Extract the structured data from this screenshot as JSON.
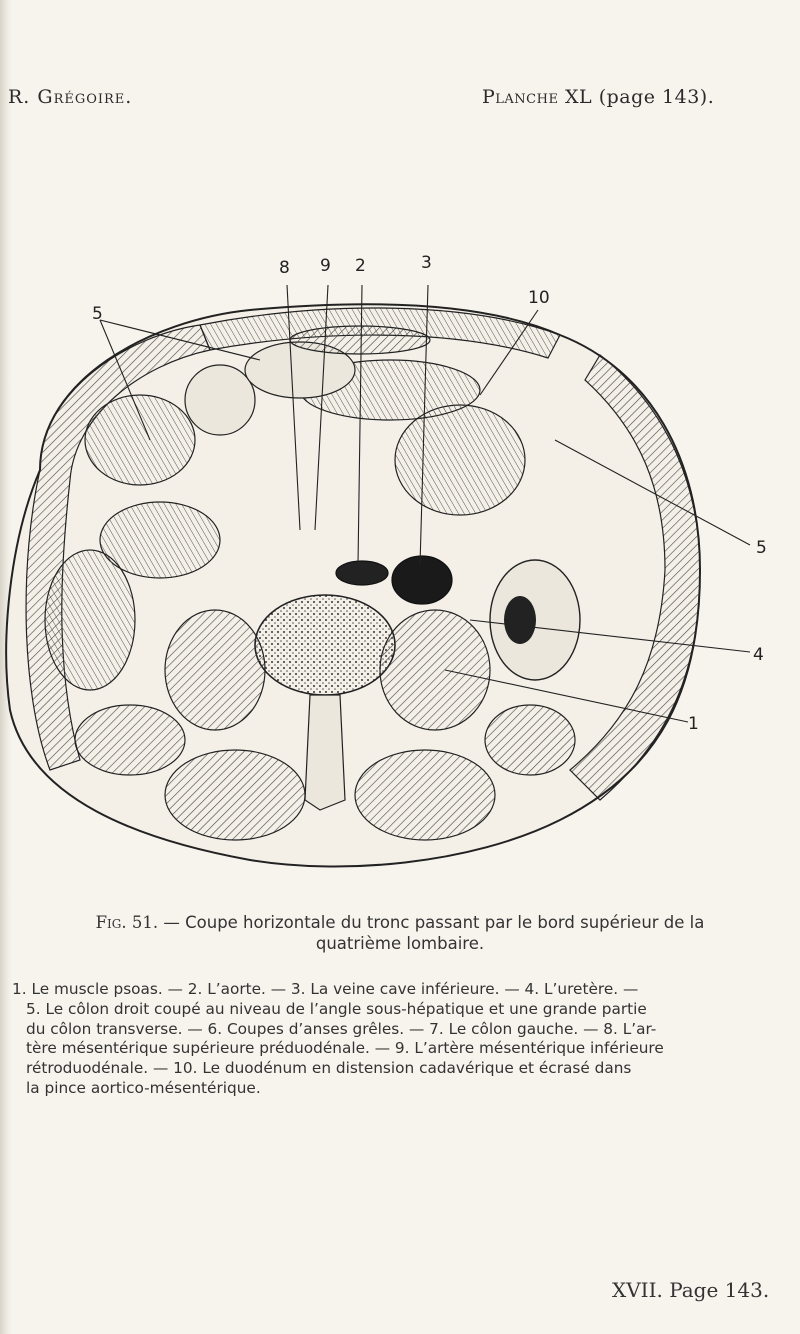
{
  "header": {
    "left": "R. Grégoire.",
    "right_word": "Planche XL",
    "right_page": "(page 143)."
  },
  "figure": {
    "labels": {
      "l8": "8",
      "l9": "9",
      "l2": "2",
      "l3": "3",
      "l10": "10",
      "l5_left": "5",
      "l5_right": "5",
      "l4": "4",
      "l1": "1"
    }
  },
  "caption": {
    "fig_number": "Fig. 51.",
    "text_line1": " — Coupe horizontale du tronc passant par le bord supérieur de la",
    "text_line2": "quatrième lombaire."
  },
  "legend": {
    "lines": [
      "1. Le muscle psoas. — 2. L’aorte. — 3. La veine cave inférieure. — 4. L’uretère. —",
      "5. Le côlon droit coupé au niveau de l’angle sous-hépatique et une grande partie",
      "du côlon transverse. — 6. Coupes d’anses grêles. — 7. Le côlon gauche. — 8. L’ar-",
      "tère mésentérique supérieure préduodénale. — 9. L’artère mésentérique inférieure",
      "rétroduodénale. — 10. Le duodénum en distension cadavérique et écrasé dans",
      "la pince aortico-mésentérique."
    ]
  },
  "footer": {
    "text": "XVII. Page 143."
  }
}
